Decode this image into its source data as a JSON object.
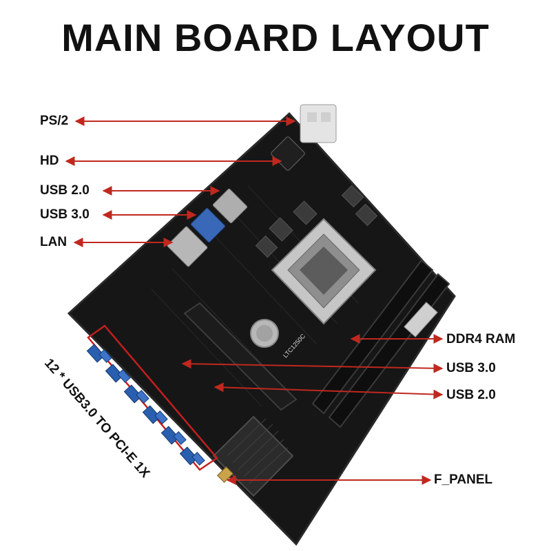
{
  "title": "MAIN BOARD LAYOUT",
  "labels": {
    "ps2": "PS/2",
    "hd": "HD",
    "usb20_left": "USB 2.0",
    "usb30_left": "USB 3.0",
    "lan": "LAN",
    "ddr4": "DDR4 RAM",
    "usb30_right": "USB 3.0",
    "usb20_right": "USB 2.0",
    "fpanel": "F_PANEL",
    "rotated": "12 * USB3.0 TO PCI-E 1X"
  },
  "board_print": {
    "chip": "LTC1250C"
  },
  "colors": {
    "arrow": "#c0281e",
    "board": "#151515",
    "usb_blue": "#2a5fb0",
    "bracket_red": "#c41f1f",
    "socket": "#b9b9b9"
  }
}
